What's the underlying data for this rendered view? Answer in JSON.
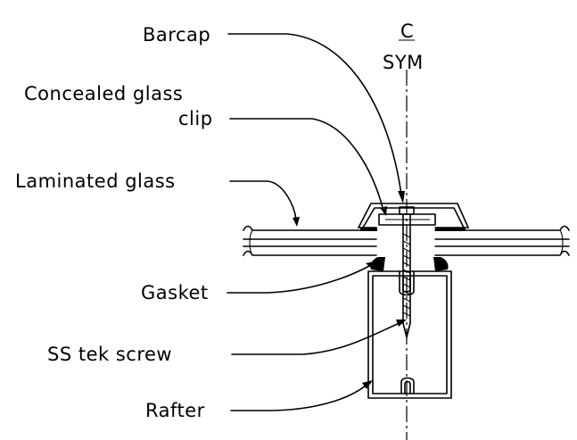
{
  "labels": {
    "barcap": "Barcap",
    "concealed_line1": "Concealed glass",
    "concealed_line2": "clip",
    "laminated": "Laminated glass",
    "gasket": "Gasket",
    "screw": "SS tek screw",
    "rafter": "Rafter",
    "centerline": "C",
    "sym": "SYM"
  }
}
